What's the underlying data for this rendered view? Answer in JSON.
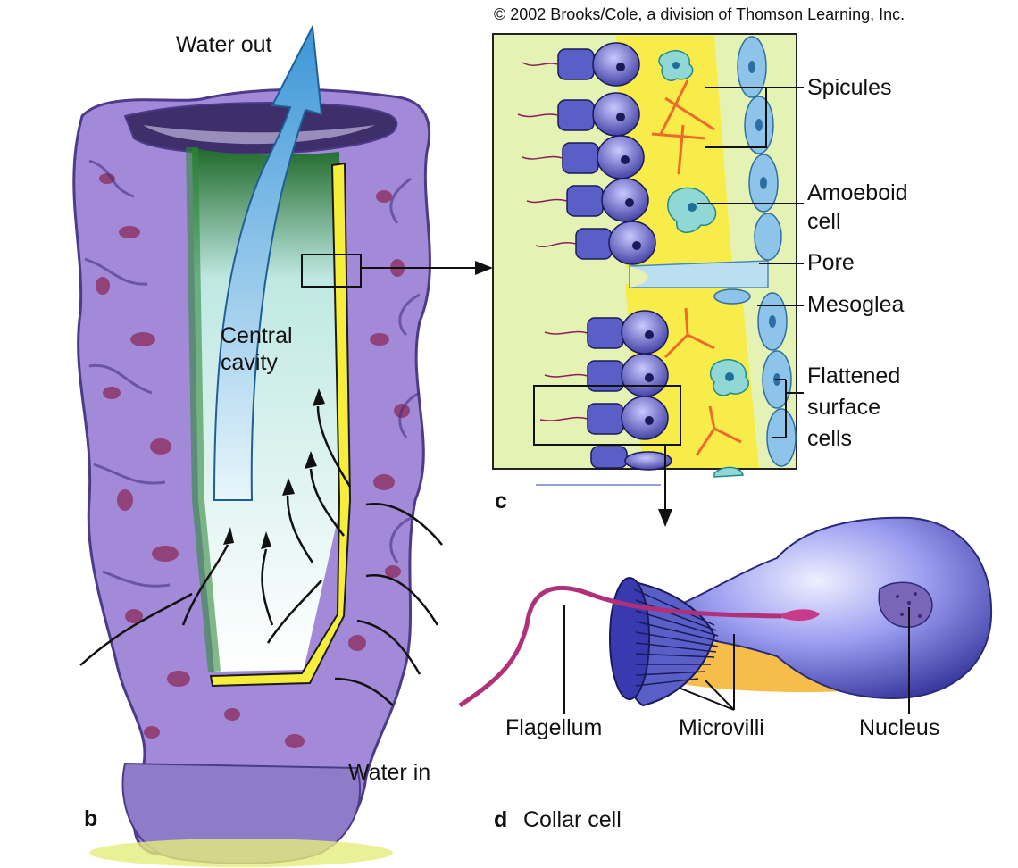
{
  "copyright": "© 2002 Brooks/Cole, a division of Thomson Learning, Inc.",
  "panels": {
    "b": {
      "letter": "b",
      "labels": {
        "water_out": "Water out",
        "central_cavity_1": "Central",
        "central_cavity_2": "cavity",
        "water_in": "Water in"
      }
    },
    "c": {
      "letter": "c",
      "labels": {
        "spicules": "Spicules",
        "amoeboid_1": "Amoeboid",
        "amoeboid_2": "cell",
        "pore": "Pore",
        "mesoglea": "Mesoglea",
        "flattened_1": "Flattened",
        "flattened_2": "surface",
        "flattened_3": "cells"
      }
    },
    "d": {
      "letter": "d",
      "title": "Collar cell",
      "labels": {
        "flagellum": "Flagellum",
        "microvilli": "Microvilli",
        "nucleus": "Nucleus"
      }
    }
  },
  "colors": {
    "sponge_body": "#9b7fd0",
    "sponge_spots": "#8a2a5a",
    "cavity": "#d8f2ee",
    "cavity_edge": "#2f8a3a",
    "mesoglea_yellow": "#f6ee3a",
    "water_arrow": "#4aa6e0",
    "collar_cell": "#5a5fc8",
    "surface_cells": "#8ec4ea",
    "spicule": "#ee6a2a",
    "panel_bg": "#e4f2b4"
  }
}
